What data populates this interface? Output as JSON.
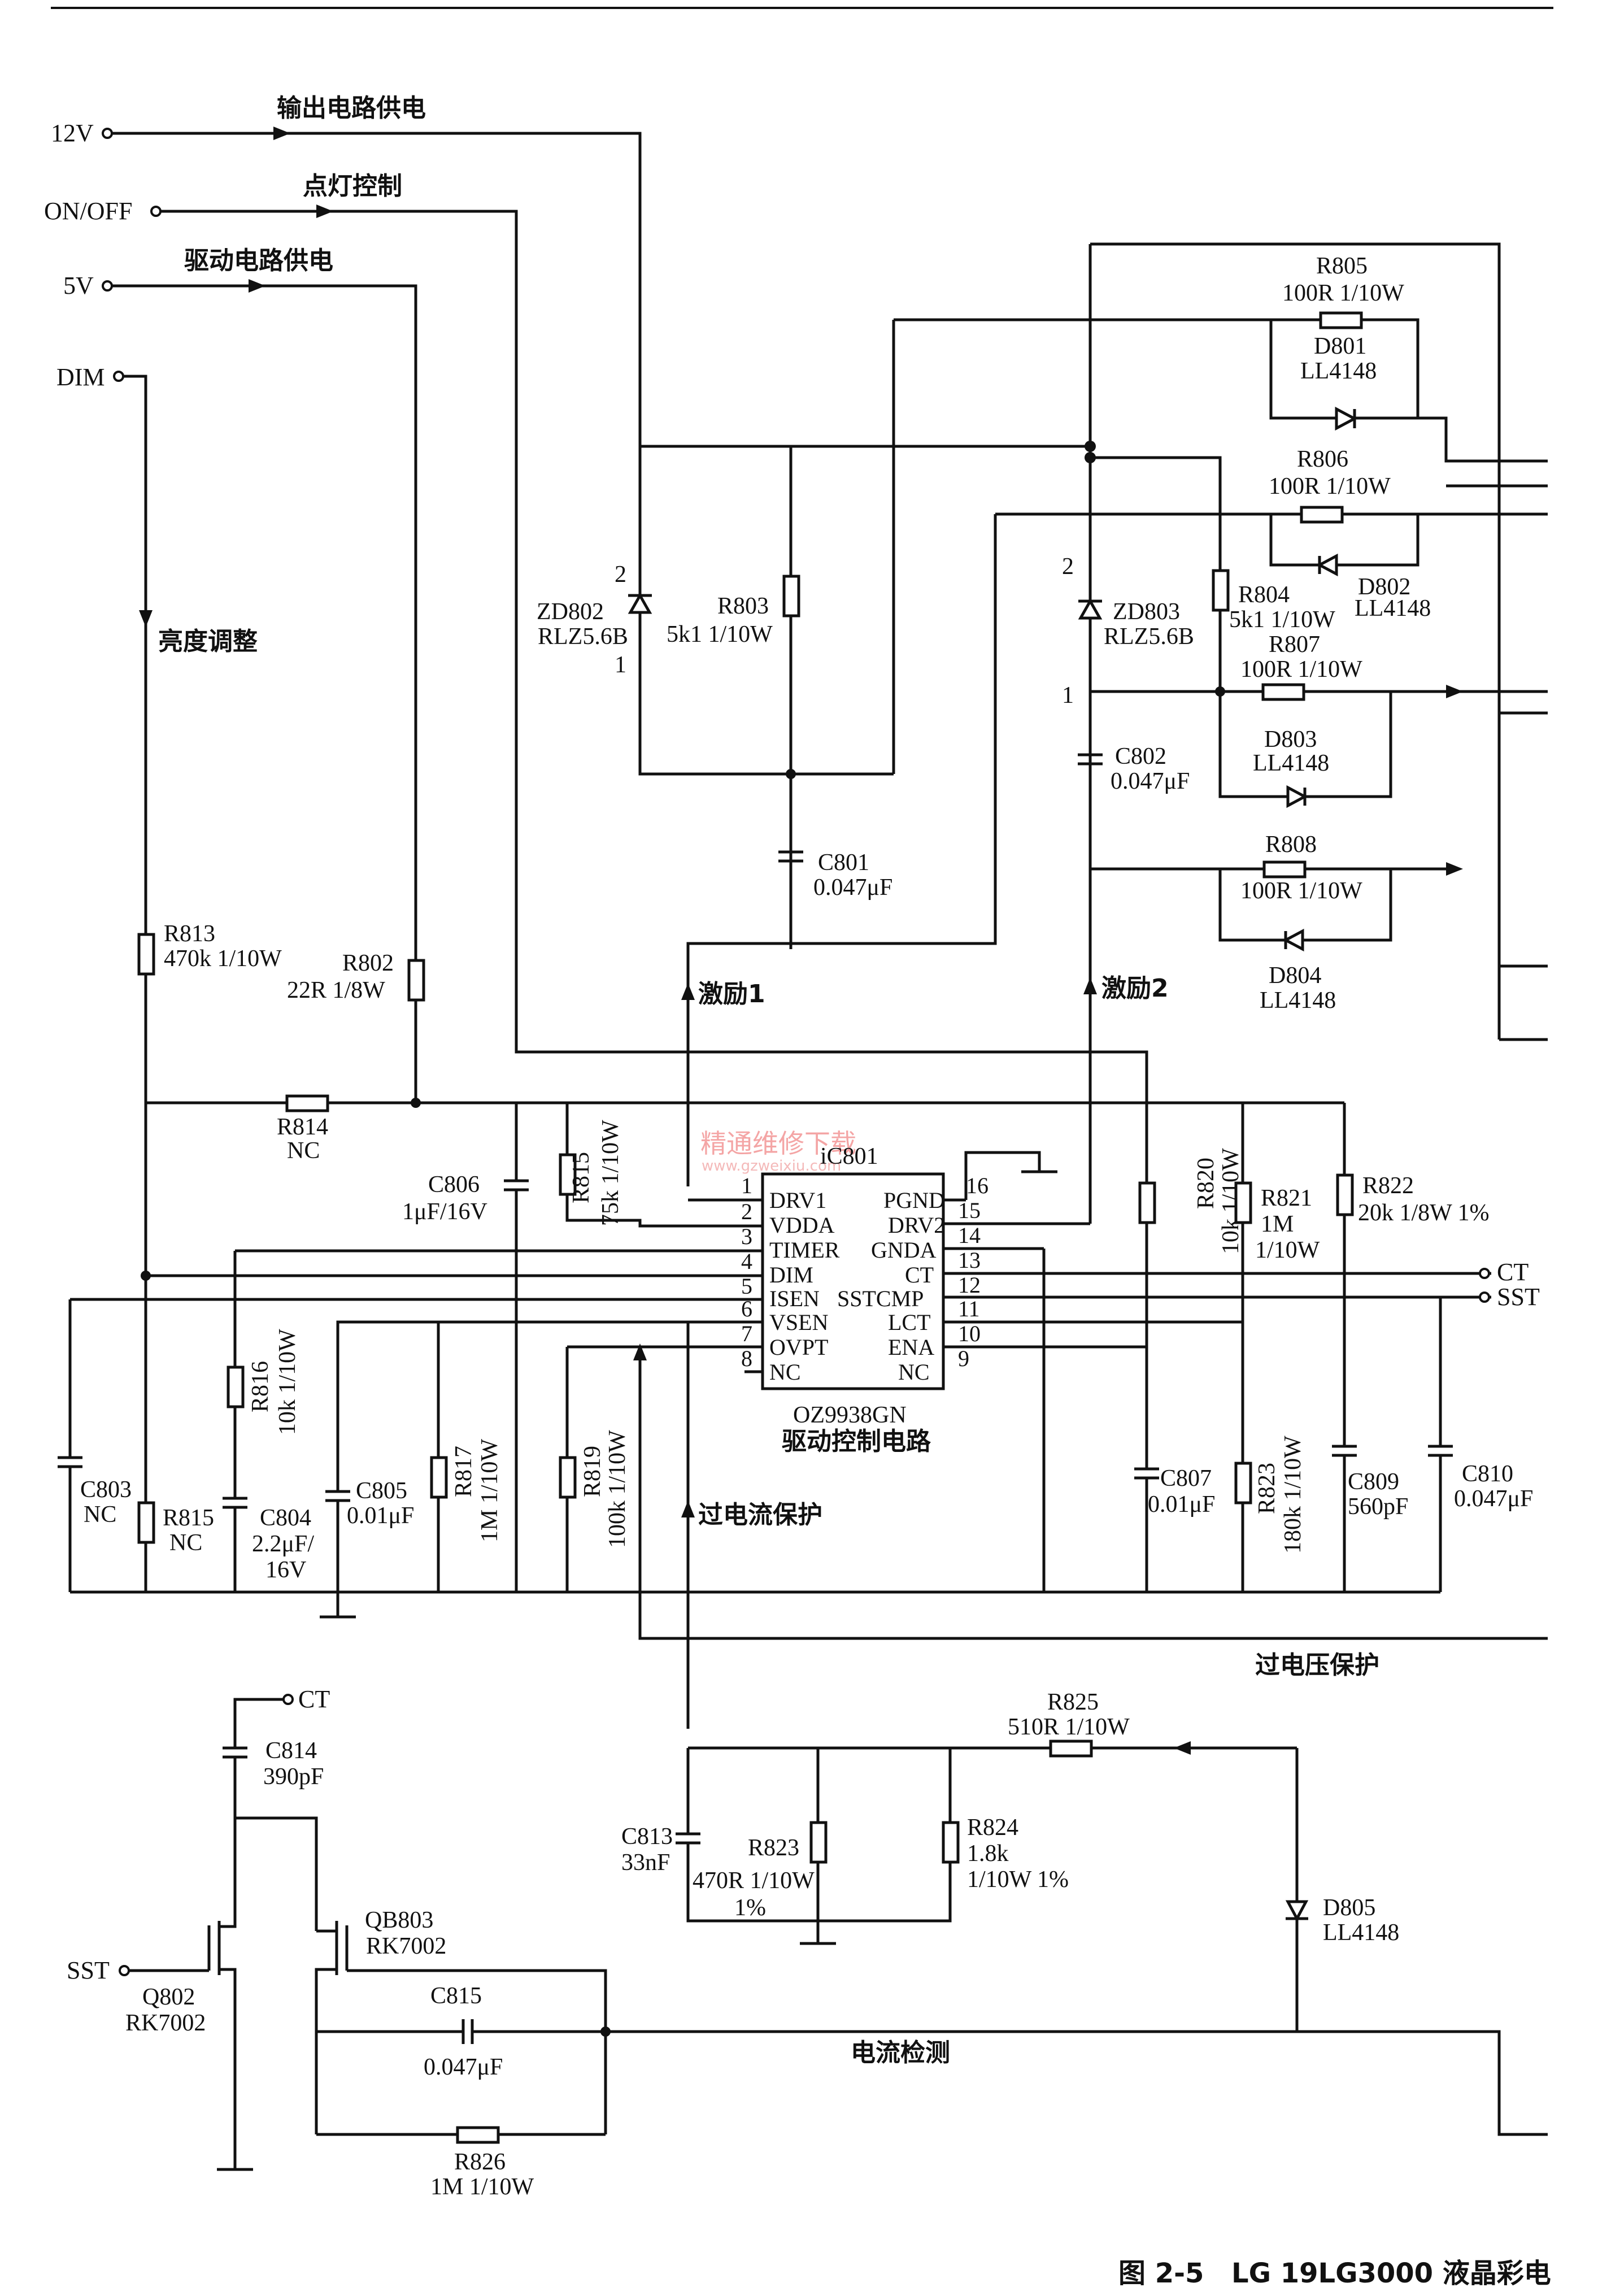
{
  "caption": {
    "figure_number": "图 2-5",
    "title": "LG 19LG3000 液晶彩电"
  },
  "watermark": {
    "main": "精通维修下载",
    "url": "www.gzweixiu.com"
  },
  "inputs": {
    "v12": "12V",
    "onoff": "ON/OFF",
    "v5": "5V",
    "dim": "DIM",
    "sst": "SST",
    "ct": "CT"
  },
  "signal_labels": {
    "output_supply": "输出电路供电",
    "light_control": "点灯控制",
    "drive_supply": "驱动电路供电",
    "brightness": "亮度调整",
    "drive1": "激励1",
    "drive2": "激励2",
    "overcurrent": "过电流保护",
    "overvoltage": "过电压保护",
    "current_detect": "电流检测"
  },
  "ic": {
    "ref": "iC801",
    "part": "OZ9938GN",
    "function": "驱动控制电路",
    "pins_left": [
      {
        "num": "1",
        "name": "DRV1"
      },
      {
        "num": "2",
        "name": "VDDA"
      },
      {
        "num": "3",
        "name": "TIMER"
      },
      {
        "num": "4",
        "name": "DIM"
      },
      {
        "num": "5",
        "name": "ISEN"
      },
      {
        "num": "6",
        "name": "VSEN"
      },
      {
        "num": "7",
        "name": "OVPT"
      },
      {
        "num": "8",
        "name": "NC"
      }
    ],
    "pins_right": [
      {
        "num": "16",
        "name": "PGND"
      },
      {
        "num": "15",
        "name": "DRV2"
      },
      {
        "num": "14",
        "name": "GNDA"
      },
      {
        "num": "13",
        "name": "CT"
      },
      {
        "num": "12",
        "name": "SSTCMP"
      },
      {
        "num": "11",
        "name": "LCT"
      },
      {
        "num": "10",
        "name": "ENA"
      },
      {
        "num": "9",
        "name": "NC"
      }
    ]
  },
  "components": {
    "R805": {
      "ref": "R805",
      "value": "100R 1/10W"
    },
    "D801": {
      "ref": "D801",
      "value": "LL4148"
    },
    "R806": {
      "ref": "R806",
      "value": "100R 1/10W"
    },
    "D802": {
      "ref": "D802",
      "value": "LL4148"
    },
    "ZD802": {
      "ref": "ZD802",
      "value": "RLZ5.6B",
      "pin_top": "2",
      "pin_bottom": "1"
    },
    "R803": {
      "ref": "R803",
      "value": "5k1 1/10W"
    },
    "ZD803": {
      "ref": "ZD803",
      "value": "RLZ5.6B",
      "pin_top": "2",
      "pin_bottom": "1"
    },
    "R804": {
      "ref": "R804",
      "value": "5k1 1/10W"
    },
    "R807": {
      "ref": "R807",
      "value": "100R 1/10W"
    },
    "D803": {
      "ref": "D803",
      "value": "LL4148"
    },
    "C802": {
      "ref": "C802",
      "value": "0.047μF"
    },
    "C801": {
      "ref": "C801",
      "value": "0.047μF"
    },
    "R808": {
      "ref": "R808",
      "value": "100R 1/10W"
    },
    "D804": {
      "ref": "D804",
      "value": "LL4148"
    },
    "R813": {
      "ref": "R813",
      "value": "470k 1/10W"
    },
    "R802": {
      "ref": "R802",
      "value": "22R 1/8W"
    },
    "R814": {
      "ref": "R814",
      "value": "NC"
    },
    "C806": {
      "ref": "C806",
      "value": "1μF/16V"
    },
    "R815a": {
      "ref": "R815",
      "value": "75k 1/10W"
    },
    "R820": {
      "ref": "R820",
      "value": "10k 1/10W"
    },
    "R821": {
      "ref": "R821",
      "value1": "1M",
      "value2": "1/10W"
    },
    "R822": {
      "ref": "R822",
      "value": "20k 1/8W 1%"
    },
    "R816": {
      "ref": "R816",
      "value": "10k 1/10W"
    },
    "C803": {
      "ref": "C803",
      "value": "NC"
    },
    "R815b": {
      "ref": "R815",
      "value": "NC"
    },
    "C804": {
      "ref": "C804",
      "value1": "2.2μF/",
      "value2": "16V"
    },
    "C805": {
      "ref": "C805",
      "value": "0.01μF"
    },
    "R817": {
      "ref": "R817",
      "value": "1M 1/10W"
    },
    "R819": {
      "ref": "R819",
      "value": "100k 1/10W"
    },
    "C807": {
      "ref": "C807",
      "value": "0.01μF"
    },
    "R823a": {
      "ref": "R823",
      "value": "180k 1/10W"
    },
    "C809": {
      "ref": "C809",
      "value": "560pF"
    },
    "C810": {
      "ref": "C810",
      "value": "0.047μF"
    },
    "C814": {
      "ref": "C814",
      "value": "390pF"
    },
    "R825": {
      "ref": "R825",
      "value": "510R 1/10W"
    },
    "QB803": {
      "ref": "QB803",
      "value": "RK7002"
    },
    "Q802": {
      "ref": "Q802",
      "value": "RK7002"
    },
    "C813": {
      "ref": "C813",
      "value": "33nF"
    },
    "R823b": {
      "ref": "R823",
      "value1": "470R 1/10W",
      "value2": "1%"
    },
    "R824": {
      "ref": "R824",
      "value1": "1.8k",
      "value2": "1/10W 1%"
    },
    "D805": {
      "ref": "D805",
      "value": "LL4148"
    },
    "C815": {
      "ref": "C815",
      "value": "0.047μF"
    },
    "R826": {
      "ref": "R826",
      "value": "1M 1/10W"
    }
  }
}
